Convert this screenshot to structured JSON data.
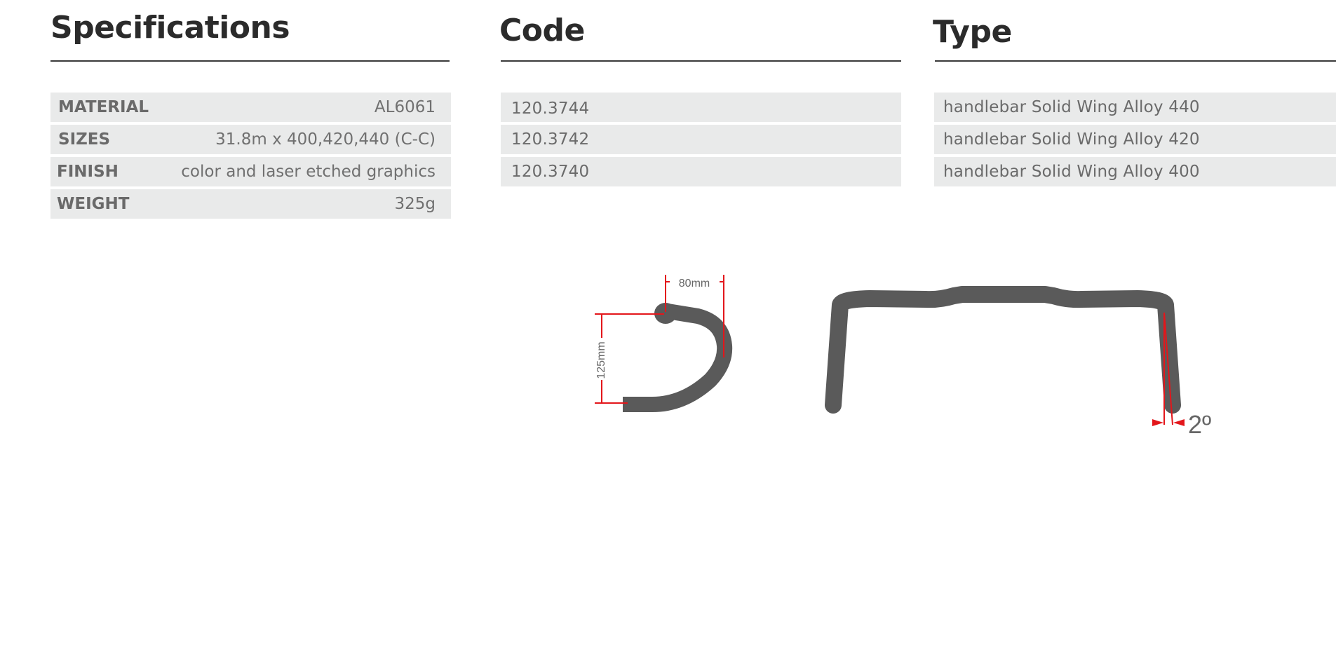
{
  "specifications": {
    "heading": "Specifications",
    "rows": [
      {
        "label": "MATERIAL",
        "value": "AL6061"
      },
      {
        "label": "SIZES",
        "value": "31.8m x 400,420,440 (C-C)"
      },
      {
        "label": "FINISH",
        "value": "color and laser etched graphics"
      },
      {
        "label": "WEIGHT",
        "value": "325g"
      }
    ]
  },
  "code": {
    "heading": "Code",
    "rows": [
      "120.3744",
      "120.3742",
      "120.3740"
    ]
  },
  "type": {
    "heading": "Type",
    "rows": [
      "handlebar Solid Wing Alloy 440",
      "handlebar Solid Wing Alloy 420",
      "handlebar Solid Wing Alloy 400"
    ]
  },
  "diagram": {
    "reach_label": "80mm",
    "drop_label": "125mm",
    "flare_label": "2º",
    "colors": {
      "bar": "#5a5a5a",
      "dimension": "#e3161b",
      "label": "#666666"
    }
  }
}
